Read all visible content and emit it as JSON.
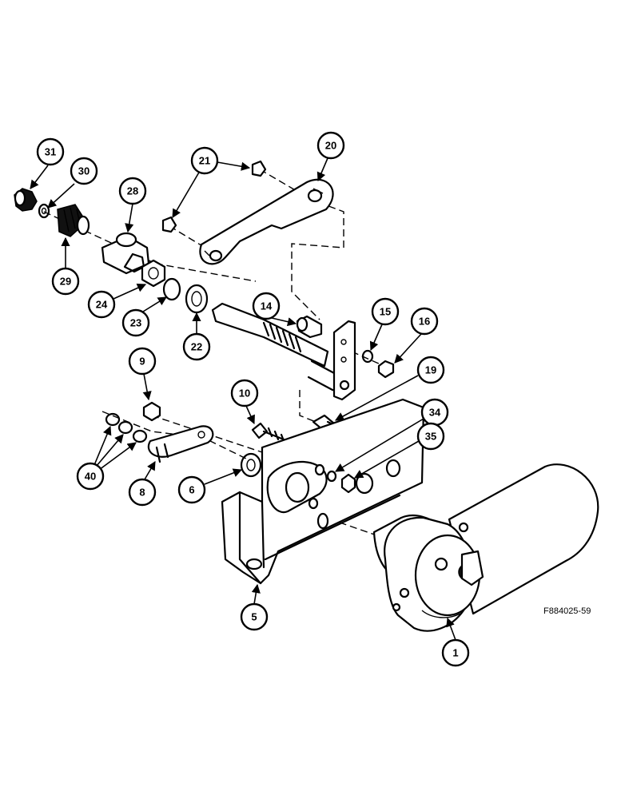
{
  "figure_code": "F884025-59",
  "callouts": [
    "31",
    "30",
    "28",
    "29",
    "24",
    "23",
    "22",
    "21",
    "20",
    "14",
    "15",
    "16",
    "9",
    "19",
    "10",
    "34",
    "35",
    "40",
    "8",
    "6",
    "5",
    "1"
  ]
}
